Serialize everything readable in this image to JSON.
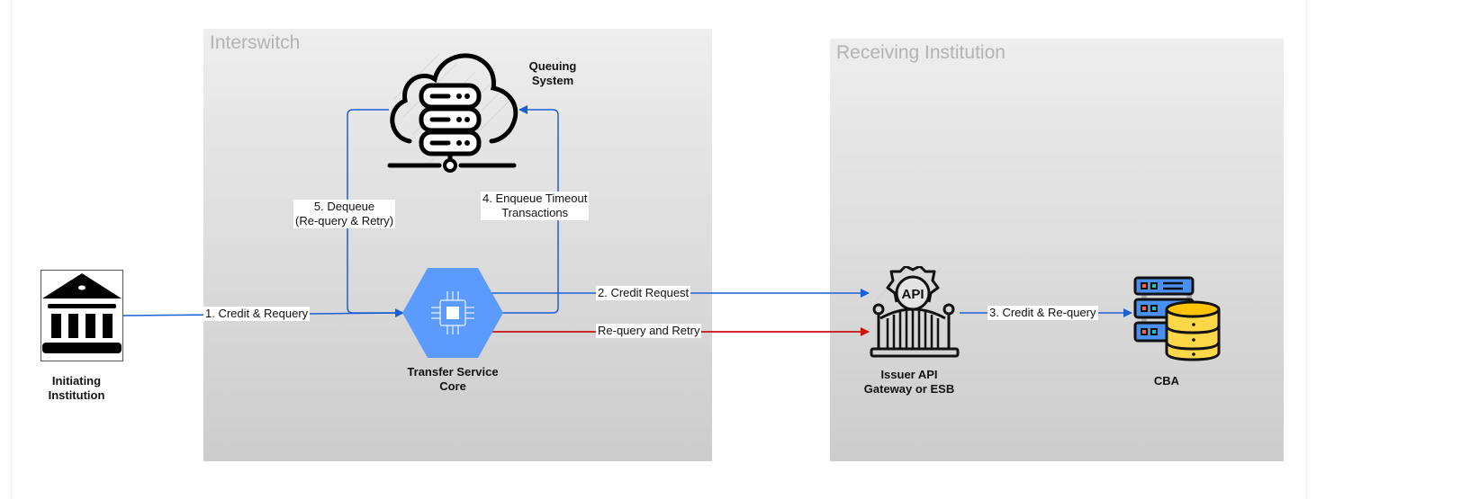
{
  "diagram": {
    "containers": {
      "interswitch": {
        "title": "Interswitch"
      },
      "receiving": {
        "title": "Receiving Institution"
      }
    },
    "nodes": {
      "initiating_institution": {
        "label_line1": "Initiating",
        "label_line2": "Institution",
        "icon": "bank-icon"
      },
      "queuing_system": {
        "label_line1": "Queuing",
        "label_line2": "System",
        "icon": "cloud-server-icon"
      },
      "transfer_service_core": {
        "label_line1": "Transfer Service",
        "label_line2": "Core",
        "icon": "cpu-hexagon-icon"
      },
      "issuer_api_gateway": {
        "label_line1": "Issuer API",
        "label_line2": "Gateway or ESB",
        "icon": "api-gateway-icon",
        "icon_text": "API"
      },
      "cba": {
        "label": "CBA",
        "icon": "server-database-icon"
      }
    },
    "edges": [
      {
        "id": "e1",
        "label": "1. Credit & Requery",
        "from": "Initiating Institution",
        "to": "Transfer Service Core",
        "color": "#1a5fd1"
      },
      {
        "id": "e2",
        "label": "2. Credit  Request",
        "from": "Transfer Service Core",
        "to": "Issuer API Gateway or ESB",
        "color": "#1a5fd1"
      },
      {
        "id": "e2b",
        "label": "Re-query and Retry",
        "from": "Transfer Service Core",
        "to": "Issuer API Gateway or ESB",
        "color": "#cc1111"
      },
      {
        "id": "e3",
        "label": "3. Credit & Re-query",
        "from": "Issuer API Gateway or ESB",
        "to": "CBA",
        "color": "#1a5fd1"
      },
      {
        "id": "e4",
        "label_line1": "4. Enqueue Timeout",
        "label_line2": "Transactions",
        "from": "Transfer Service Core",
        "to": "Queuing System",
        "color": "#1a5fd1"
      },
      {
        "id": "e5",
        "label_line1": "5. Dequeue",
        "label_line2": "(Re-query & Retry)",
        "from": "Queuing System",
        "to": "Transfer Service Core",
        "color": "#1a5fd1"
      }
    ],
    "colors": {
      "flow_blue": "#1a5fd1",
      "retry_red": "#cc1111",
      "hexagon_blue": "#5b9aff",
      "cba_yellow": "#ffd84a",
      "server_blue": "#4a90f0"
    }
  }
}
